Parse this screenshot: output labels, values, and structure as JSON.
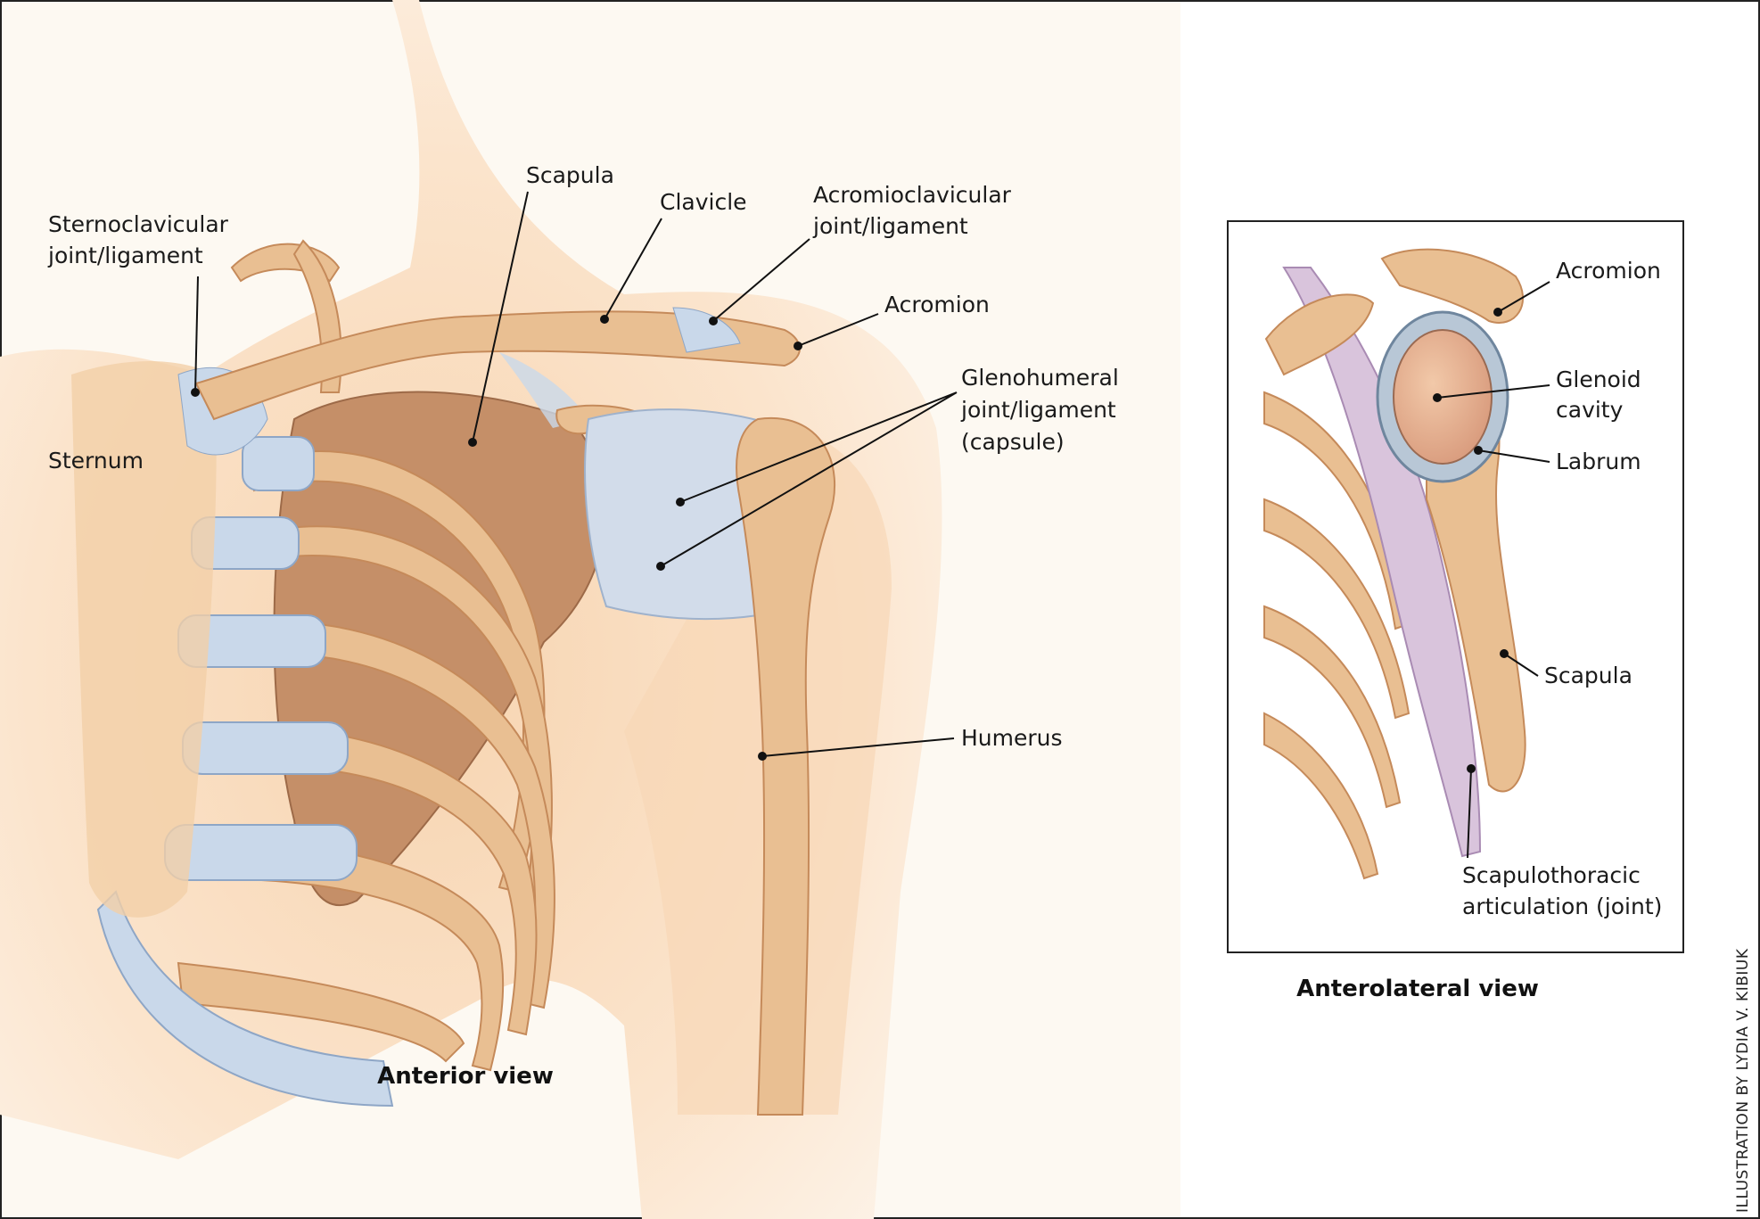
{
  "anterior_view": {
    "caption": "Anterior view",
    "labels": {
      "sternoclavicular": [
        "Sternoclavicular",
        "joint/ligament"
      ],
      "sternum": "Sternum",
      "scapula": "Scapula",
      "clavicle": "Clavicle",
      "acromioclavicular": [
        "Acromioclavicular",
        "joint/ligament"
      ],
      "acromion": "Acromion",
      "glenohumeral": [
        "Glenohumeral",
        "joint/ligament",
        "(capsule)"
      ],
      "humerus": "Humerus"
    }
  },
  "anterolateral_view": {
    "caption": "Anterolateral view",
    "labels": {
      "acromion": "Acromion",
      "glenoid_cavity": [
        "Glenoid",
        "cavity"
      ],
      "labrum": "Labrum",
      "scapula": "Scapula",
      "scapulothoracic": [
        "Scapulothoracic",
        "articulation (joint)"
      ]
    }
  },
  "credit": "ILLUSTRATION BY LYDIA V. KIBIUK",
  "colors": {
    "bone": "#e9bf92",
    "cartilage": "#c9d8ea",
    "skin": "#fbe6cf",
    "background": "#fdfaf4"
  }
}
